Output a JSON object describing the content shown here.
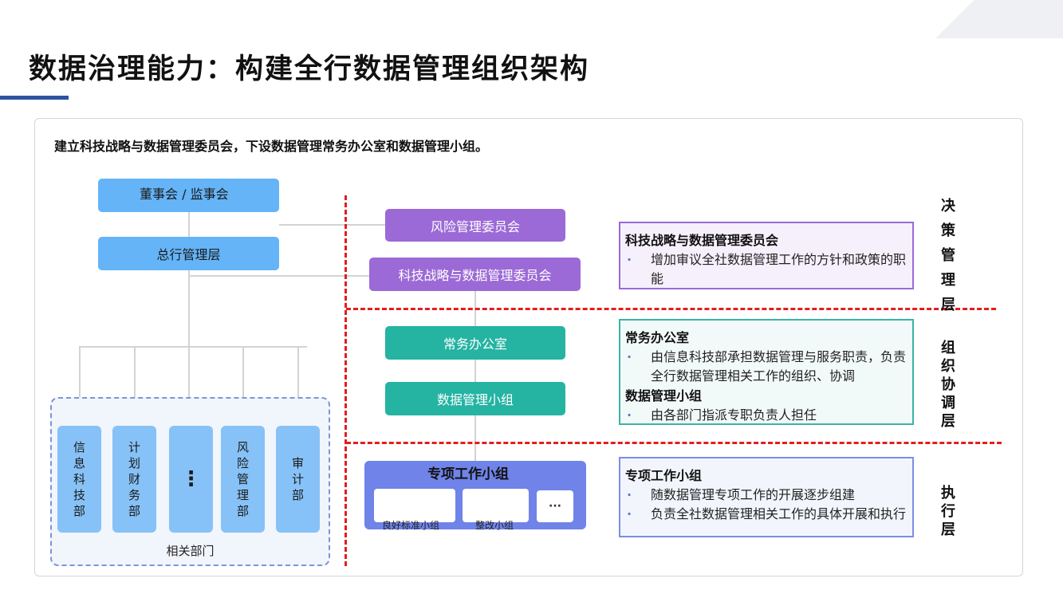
{
  "title": "数据治理能力：构建全行数据管理组织架构",
  "intro": "建立科技战略与数据管理委员会，下设数据管理常务办公室和数据管理小组。",
  "left_chart": {
    "board": "董事会 / 监事会",
    "management": "总行管理层",
    "departments_label": "相关部门",
    "departments": [
      "信息科技部",
      "计划财务部",
      "⋮",
      "风险管理部",
      "审计部"
    ]
  },
  "center": {
    "risk_committee": "风险管理委员会",
    "tech_committee": "科技战略与数据管理委员会",
    "office": "常务办公室",
    "group": "数据管理小组",
    "special_team": {
      "title": "专项工作小组",
      "subgroups": [
        "良好标准小组",
        "整改小组"
      ],
      "more": "···"
    }
  },
  "info_boxes": {
    "decision": {
      "heading": "科技战略与数据管理委员会",
      "items": [
        "增加审议全社数据管理工作的方针和政策的职能"
      ]
    },
    "coordination": {
      "heading1": "常务办公室",
      "items1": [
        "由信息科技部承担数据管理与服务职责，负责全行数据管理相关工作的组织、协调"
      ],
      "heading2": "数据管理小组",
      "items2": [
        "由各部门指派专职负责人担任"
      ]
    },
    "execution": {
      "heading": "专项工作小组",
      "items": [
        "随数据管理专项工作的开展逐步组建",
        "负责全社数据管理相关工作的具体开展和执行"
      ]
    }
  },
  "layers": {
    "decision": "决策管理层",
    "coordination": "组织协调层",
    "execution": "执行层"
  },
  "colors": {
    "accent_blue": "#2c53a0",
    "box_blue": "#64b4f7",
    "dept_blue": "#86c2f7",
    "purple": "#9b6ad6",
    "teal": "#25b3a2",
    "special_blue": "#6f83e8",
    "divider_red": "#e21e1e"
  }
}
